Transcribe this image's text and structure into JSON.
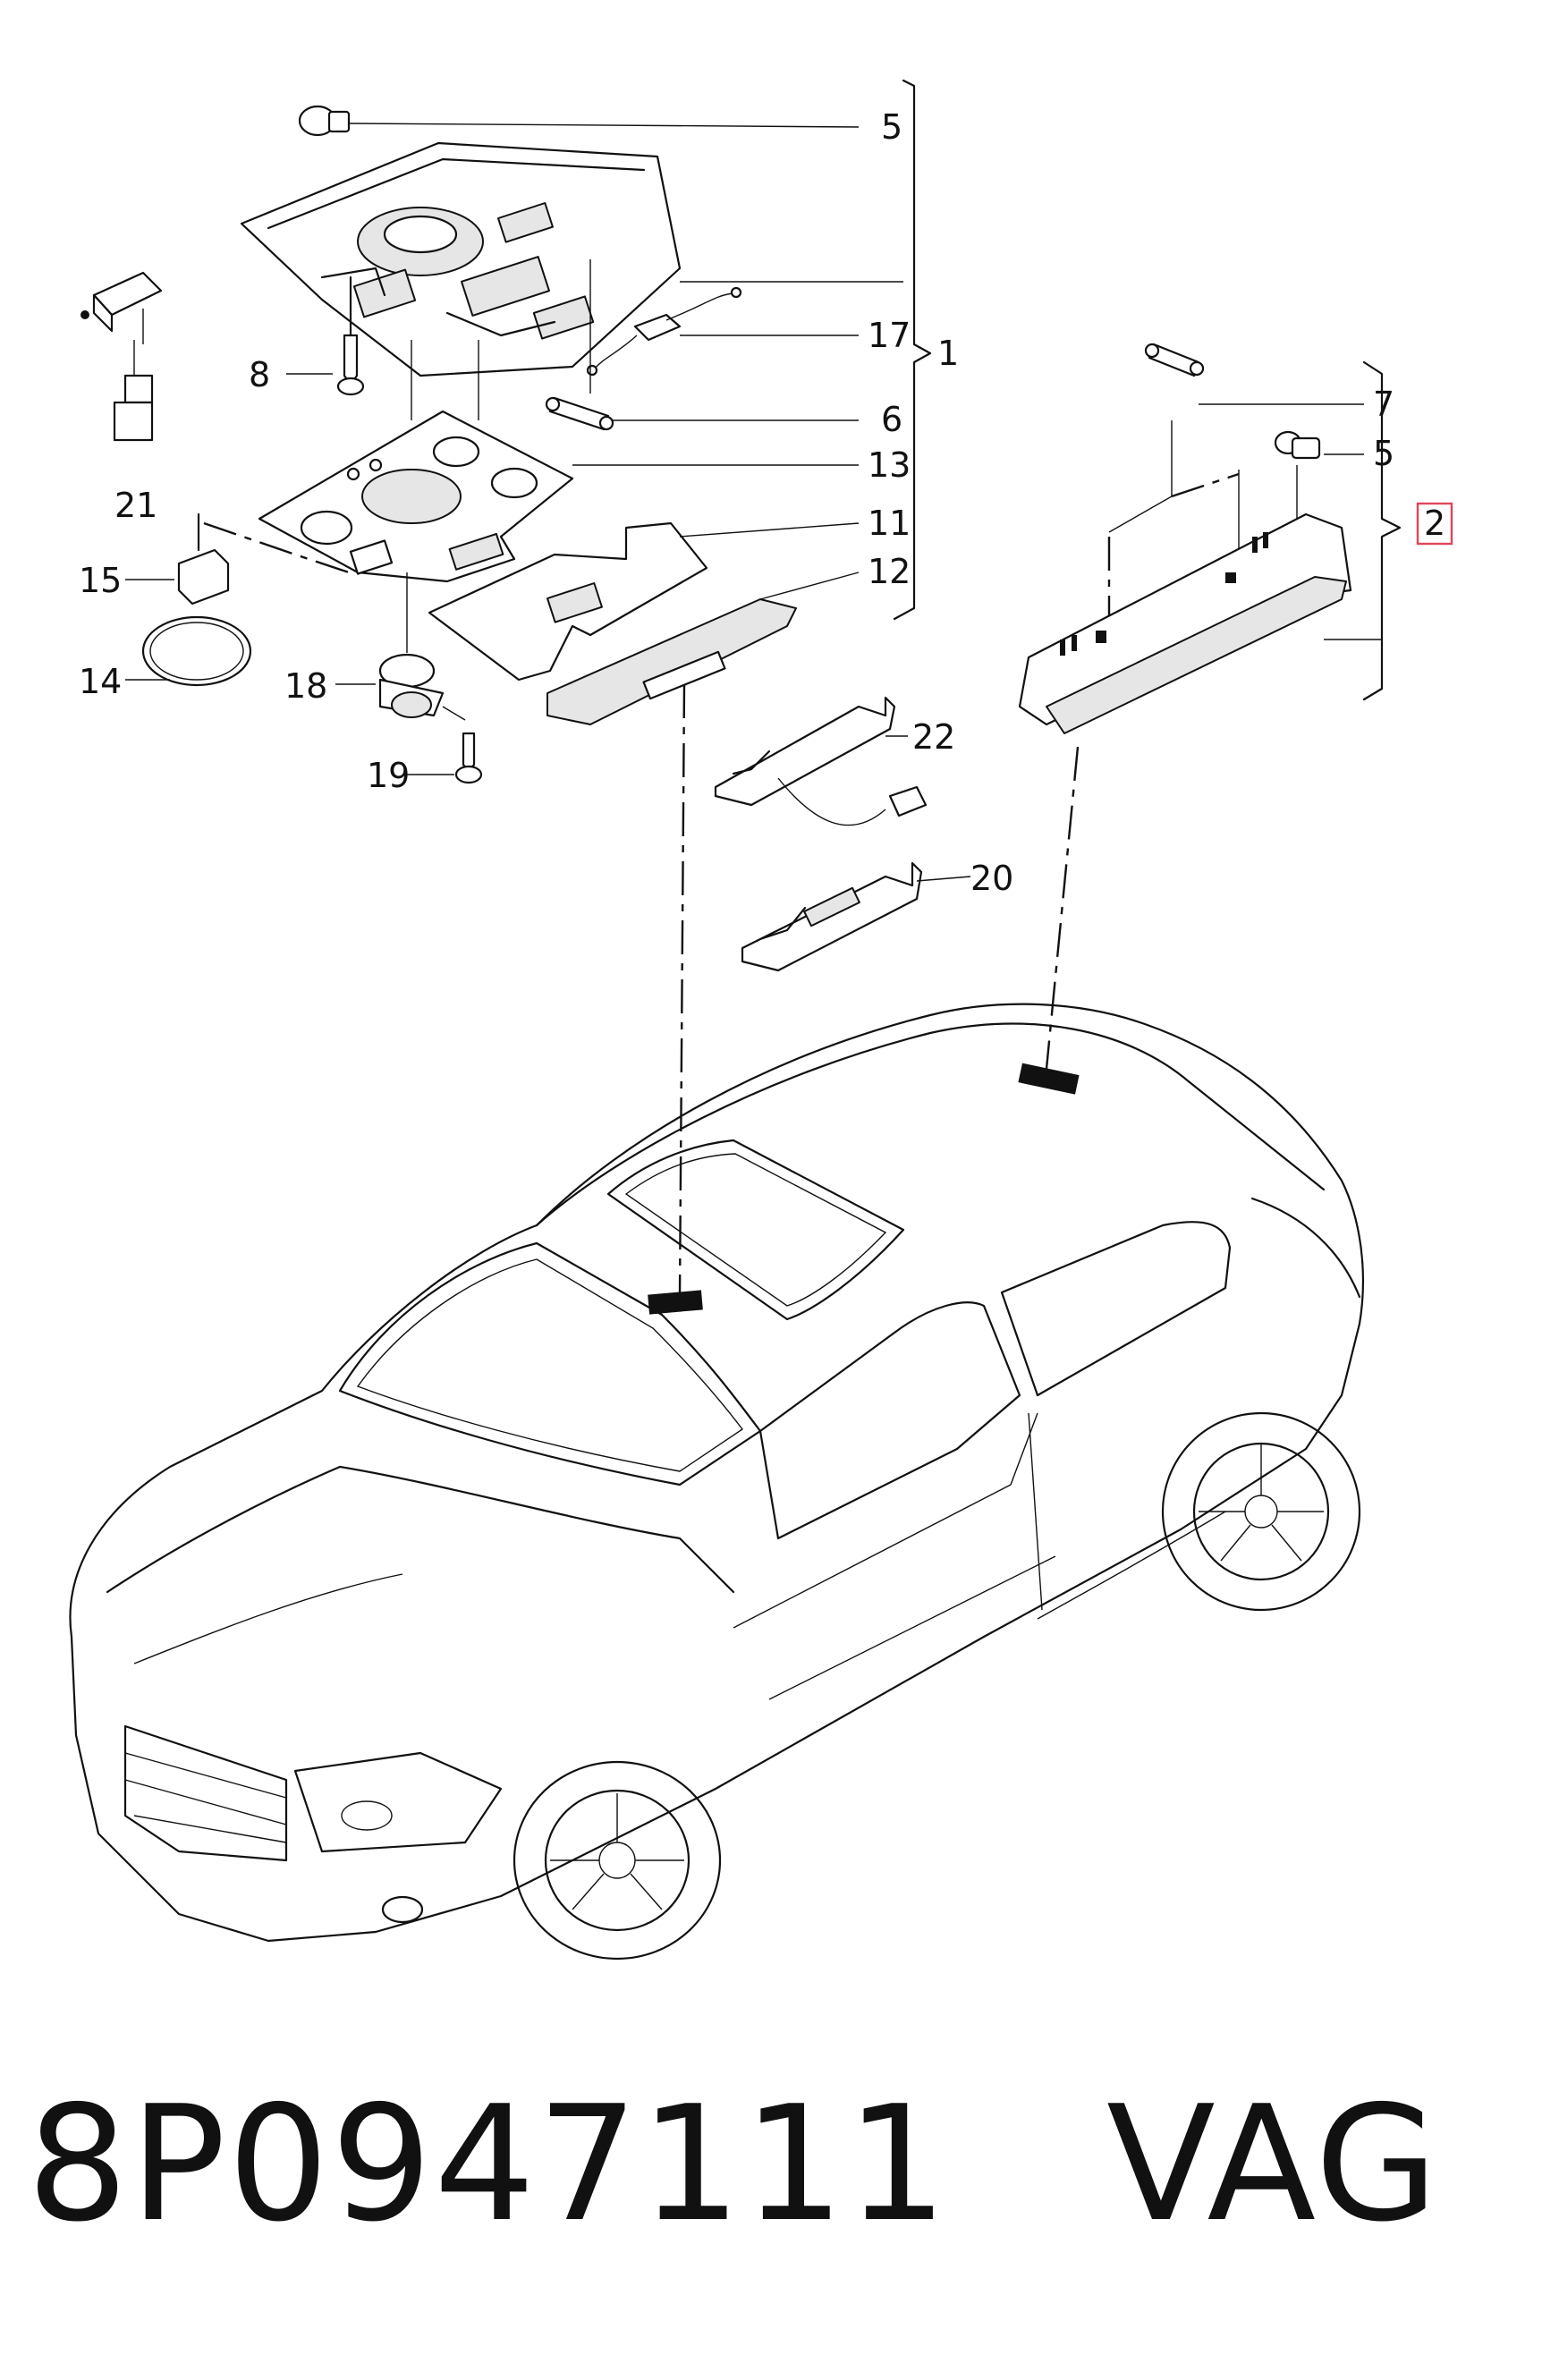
{
  "callouts": {
    "c5a": "5",
    "c17": "17",
    "c1": "1",
    "c8": "8",
    "c6": "6",
    "c13": "13",
    "c11": "11",
    "c12": "12",
    "c21": "21",
    "c15": "15",
    "c14": "14",
    "c18": "18",
    "c19": "19",
    "c22": "22",
    "c20": "20",
    "c7": "7",
    "c5b": "5",
    "c2": "2"
  },
  "caption": {
    "text": "8P0947111   VAG"
  },
  "colors": {
    "line": "#111111",
    "highlight_box": "#e0455a"
  }
}
